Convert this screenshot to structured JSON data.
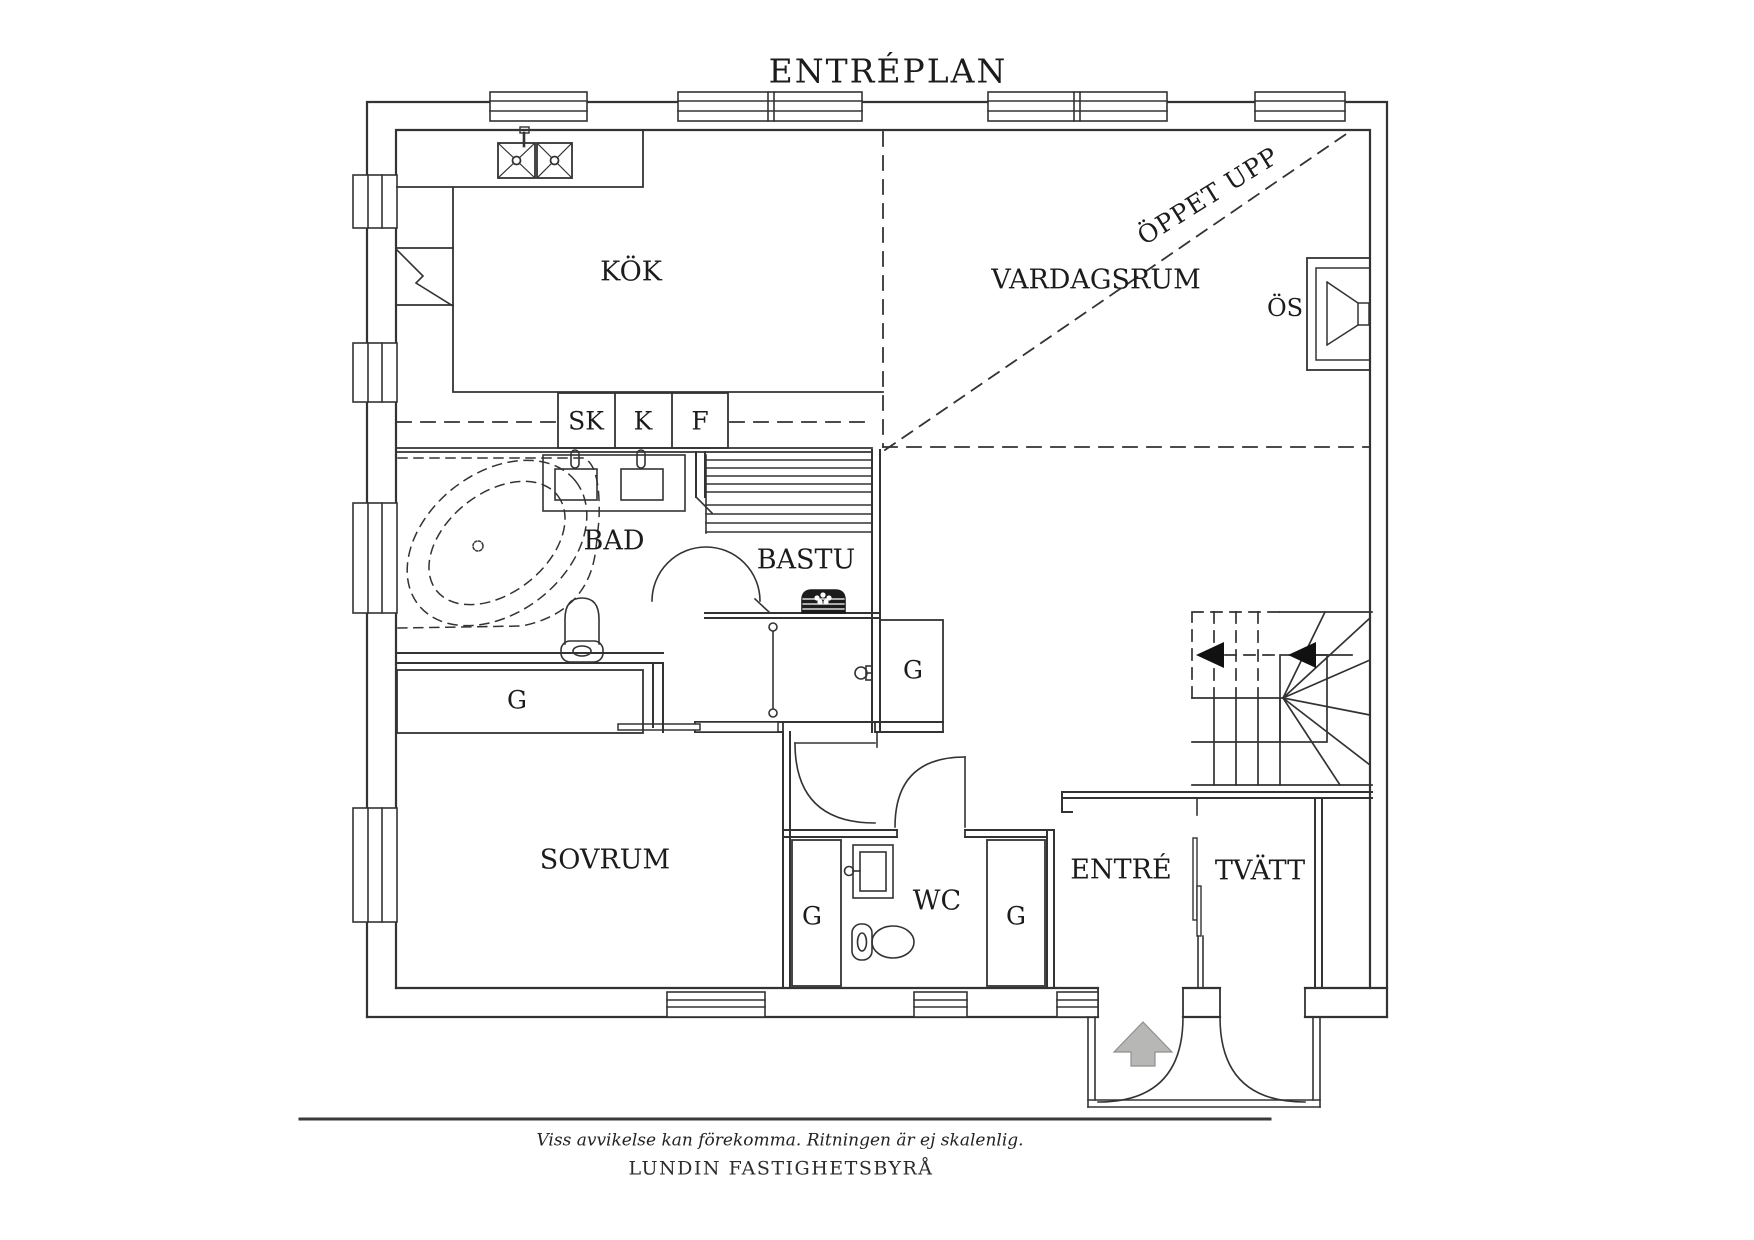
{
  "title": "ENTRÉPLAN",
  "rooms": {
    "kok": "KÖK",
    "vardagsrum": "VARDAGSRUM",
    "oppet_upp": "ÖPPET UPP",
    "os": "ÖS",
    "bad": "BAD",
    "bastu": "BASTU",
    "sovrum": "SOVRUM",
    "wc": "WC",
    "entre": "ENTRÉ",
    "tvatt": "TVÄTT"
  },
  "closets": {
    "sk": "SK",
    "k": "K",
    "f": "F",
    "g": "G"
  },
  "footer": {
    "note": "Viss avvikelse kan förekomma. Ritningen är ej skalenlig.",
    "brand": "LUNDIN FASTIGHETSBYRÅ"
  },
  "colors": {
    "line": "#333333",
    "text": "#1c1c1c",
    "entry_arrow": "#b7b7b5"
  }
}
